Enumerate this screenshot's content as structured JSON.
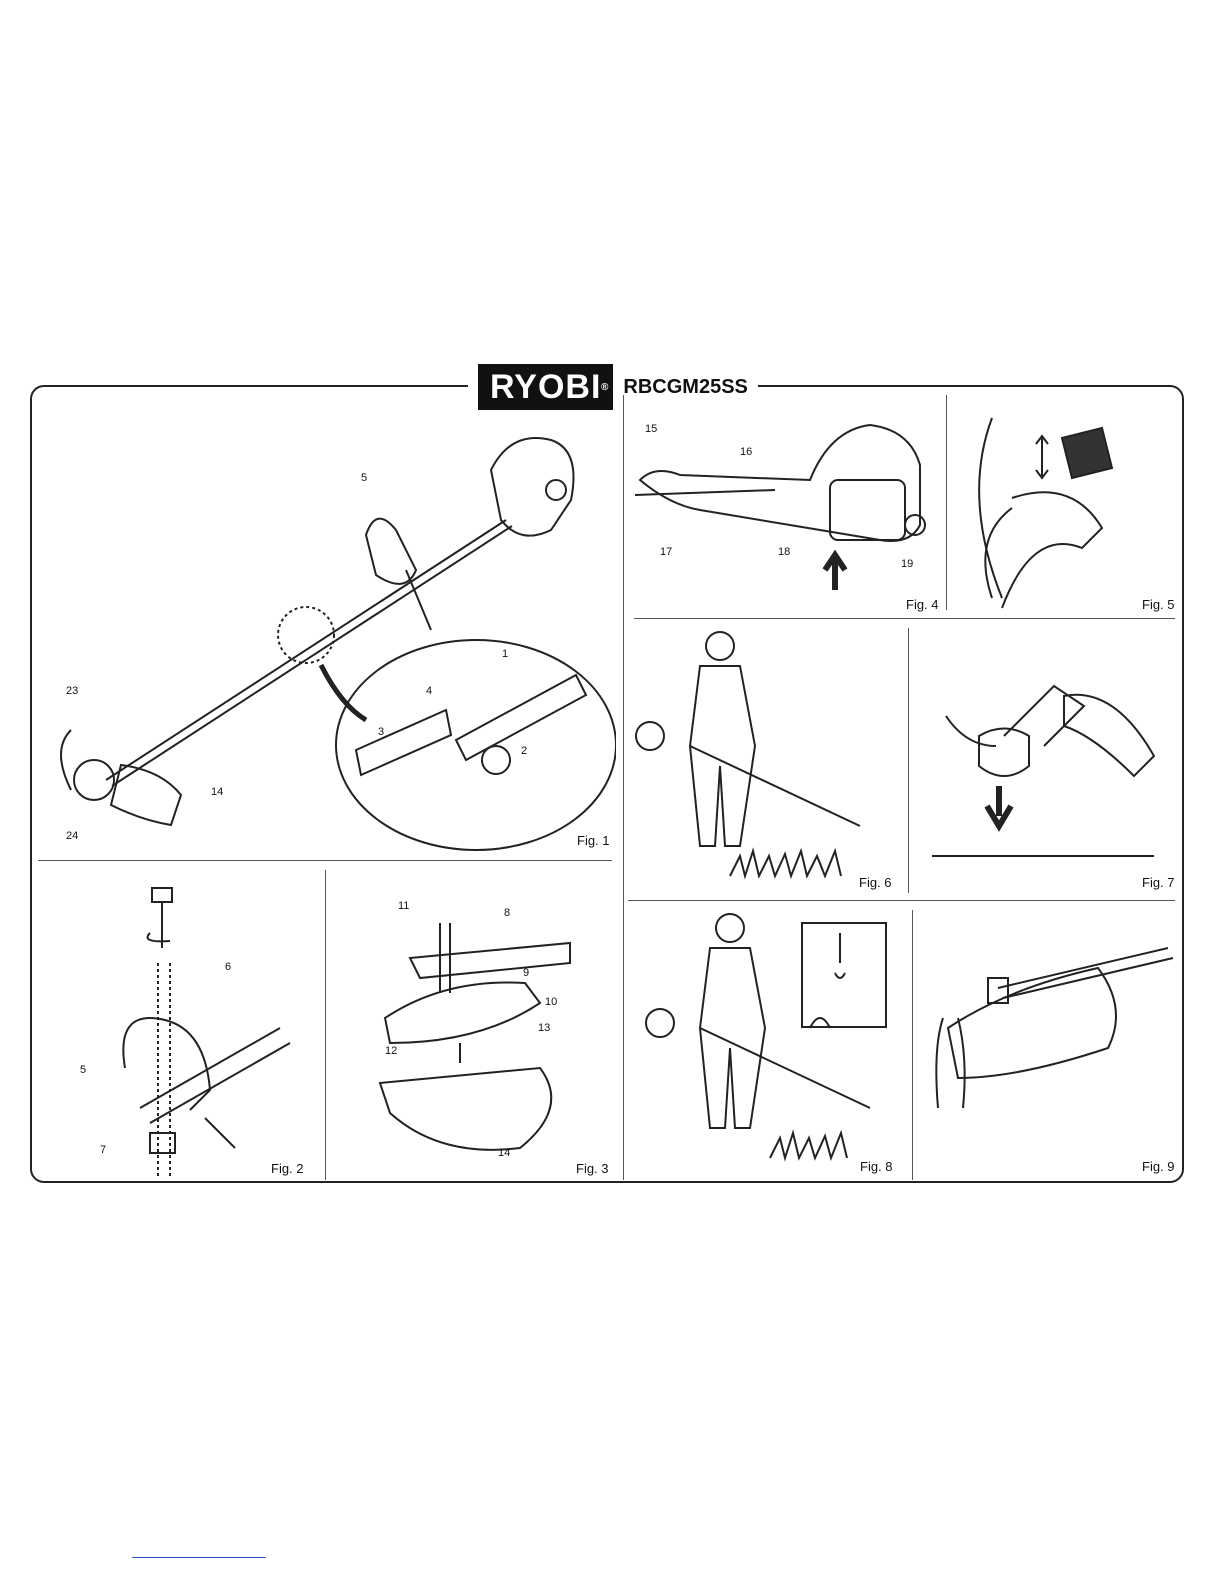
{
  "header": {
    "brand": "RYOBI",
    "registered": "®",
    "model": "RBCGM25SS"
  },
  "figures": {
    "fig1": {
      "label": "Fig. 1",
      "parts": [
        "1",
        "2",
        "3",
        "4",
        "5",
        "14",
        "23",
        "24"
      ]
    },
    "fig2": {
      "label": "Fig. 2",
      "parts": [
        "5",
        "6",
        "7"
      ]
    },
    "fig3": {
      "label": "Fig. 3",
      "parts": [
        "8",
        "9",
        "10",
        "11",
        "12",
        "13",
        "14"
      ]
    },
    "fig4": {
      "label": "Fig. 4",
      "parts": [
        "15",
        "16",
        "17",
        "18",
        "19"
      ]
    },
    "fig5": {
      "label": "Fig. 5"
    },
    "fig6": {
      "label": "Fig. 6"
    },
    "fig7": {
      "label": "Fig. 7"
    },
    "fig8": {
      "label": "Fig. 8"
    },
    "fig9": {
      "label": "Fig. 9"
    }
  }
}
